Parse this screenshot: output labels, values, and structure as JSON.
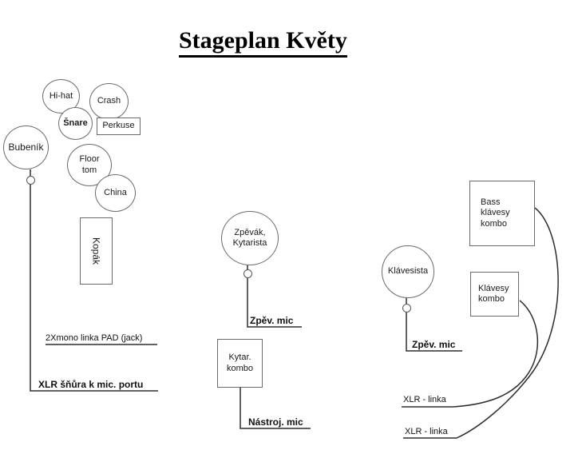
{
  "title": "Stageplan Květy",
  "drums": {
    "hihat": "Hi-hat",
    "crash": "Crash",
    "snare": "Šnare",
    "perkuse": "Perkuse",
    "bubenik": "Bubeník",
    "floortom": "Floor tom",
    "china": "China",
    "kopak": "Kopák"
  },
  "drum_wiring": {
    "mono_pad": "2Xmono linka PAD (jack)",
    "xlr_mic": "XLR šňůra k mic. portu"
  },
  "center": {
    "singer": "Zpěvák, Kytarista",
    "singer_mic": "Zpěv. mic",
    "kytar_kombo": "Kytar. kombo",
    "instr_mic": "Nástroj. mic"
  },
  "right": {
    "klavesista": "Klávesista",
    "bass_kombo": "Bass klávesy kombo",
    "klavesy_kombo": "Klávesy kombo",
    "keys_mic": "Zpěv. mic",
    "xlr_linka_1": "XLR - linka",
    "xlr_linka_2": "XLR - linka"
  },
  "colors": {
    "background": "#ffffff",
    "line": "#2e2e2e",
    "shape_border": "#6b6b6b",
    "text": "#1a1a1a"
  }
}
